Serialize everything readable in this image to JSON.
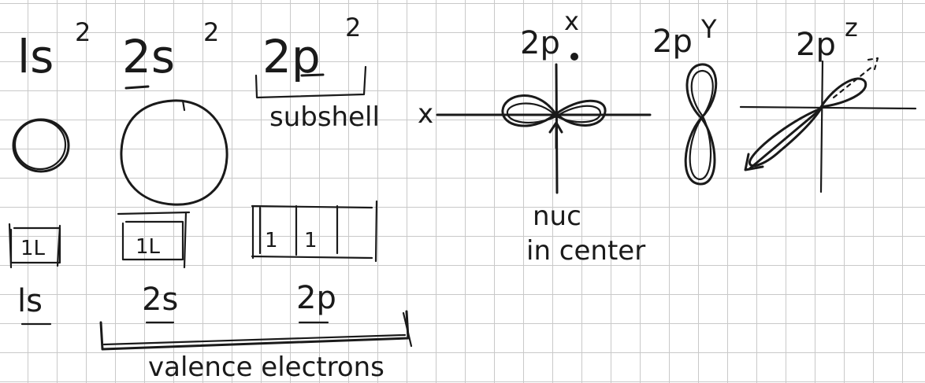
{
  "config": {
    "orbital_1s": {
      "label": "ls",
      "power": "2"
    },
    "orbital_2s": {
      "label": "2s",
      "power": "2"
    },
    "orbital_2p": {
      "label": "2p",
      "power": "2"
    },
    "subshell_label": "subshell"
  },
  "orbital_boxes": [
    {
      "label": "ls",
      "arrows": "1L"
    },
    {
      "label": "2s",
      "arrows": "1L"
    },
    {
      "label": "2p",
      "arrows": [
        "1",
        "1",
        ""
      ]
    }
  ],
  "valence_label": "valence electrons",
  "p_orbitals": {
    "px": {
      "label": "2p",
      "axis": "x",
      "axis_mark": "x"
    },
    "py": {
      "label": "2p",
      "axis": "Y"
    },
    "pz": {
      "label": "2p",
      "axis": "z"
    }
  },
  "nucleus_note": {
    "line1": "nuc",
    "line2": "in center"
  },
  "colors": {
    "ink": "#1a1a1a",
    "grid": "#c9c9c9",
    "paper": "#ffffff"
  }
}
